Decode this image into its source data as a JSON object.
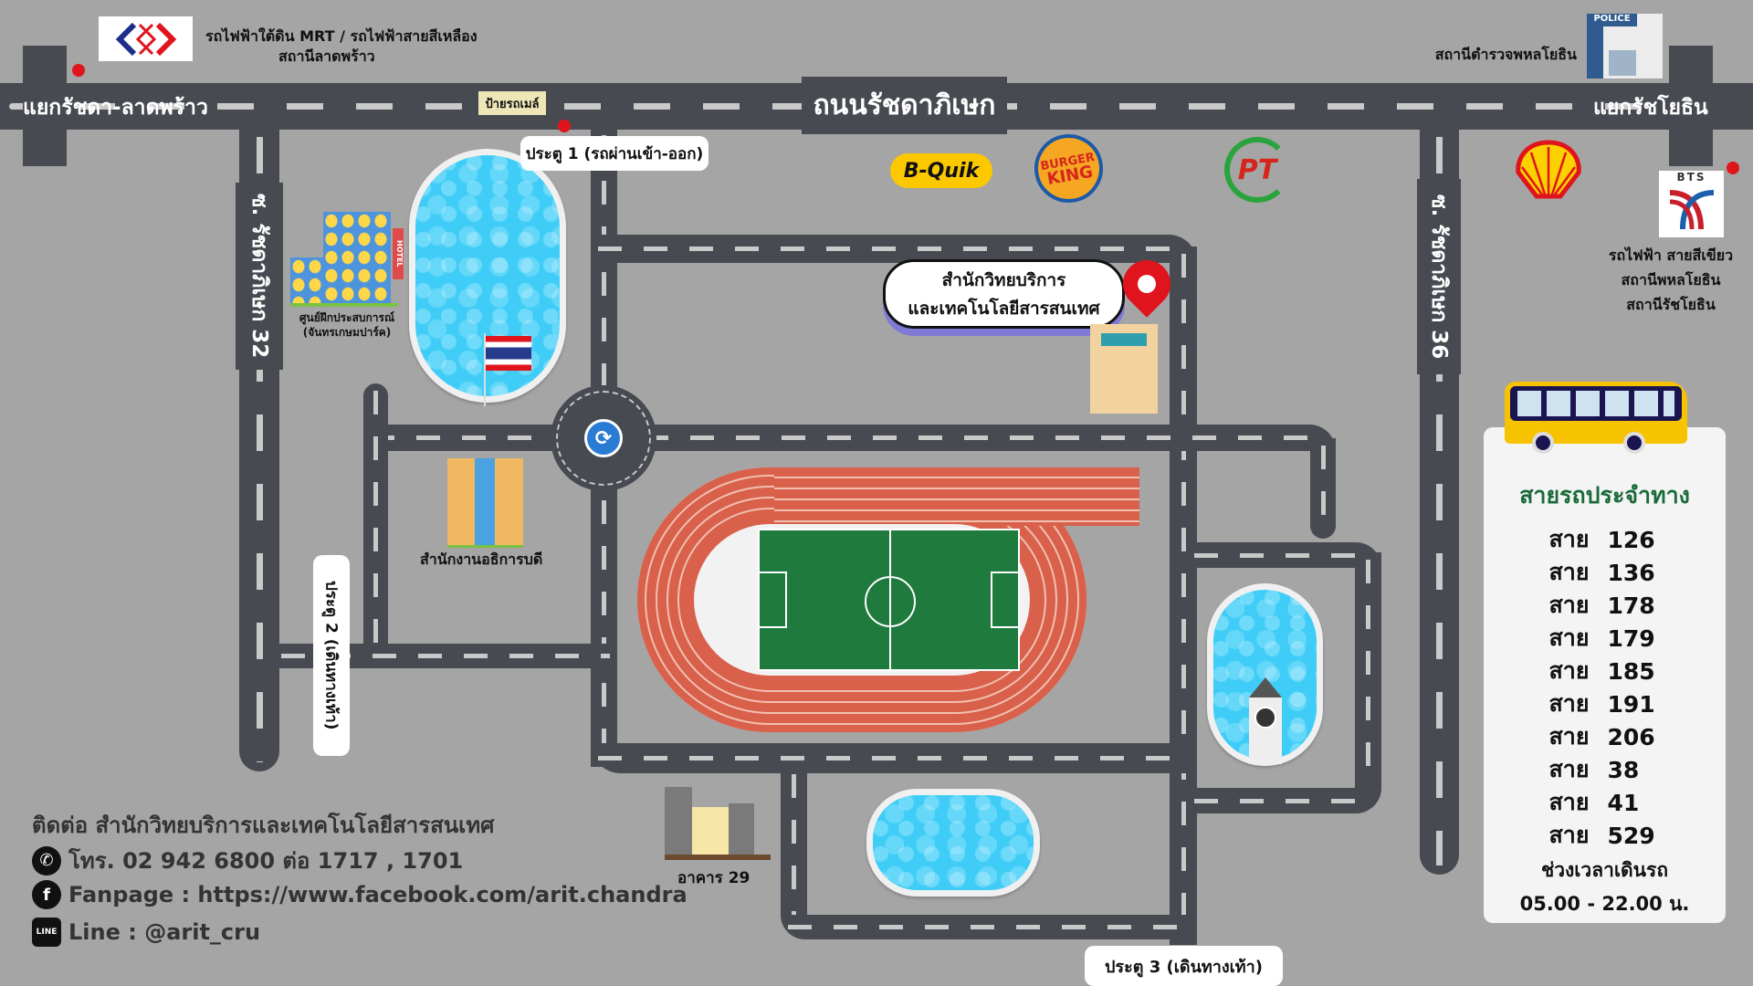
{
  "roads": {
    "main": "ถนนรัชดาภิเษก",
    "junction_left": "แยกรัชดา-ลาดพร้าว",
    "junction_right": "แยกรัชโยธิน",
    "soi_32": "ซ. รัชดาภิเษก 32",
    "soi_36": "ซ. รัชดาภิเษก 36"
  },
  "mrt": {
    "line1": "รถไฟฟ้าใต้ดิน MRT / รถไฟฟ้าสายสีเหลือง",
    "line2": "สถานีลาดพร้าว"
  },
  "police": {
    "badge": "POLICE",
    "label": "สถานีตำรวจพหลโยธิน"
  },
  "bts": {
    "logo": "BTS",
    "line1": "รถไฟฟ้า สายสีเขียว",
    "line2": "สถานีพหลโยธิน",
    "line3": "สถานีรัชโยธิน"
  },
  "bus_stop": "ป้ายรถเมล์",
  "gates": {
    "gate1": "ประตู 1 (รถผ่านเข้า-ออก)",
    "gate2": "ประตู 2 (เดินทางเท้า)",
    "gate3": "ประตู 3 (เดินทางเท้า)"
  },
  "brands": {
    "bquik": "B-Quik",
    "burger_king_1": "BURGER",
    "burger_king_2": "KING",
    "pt": "PT"
  },
  "buildings": {
    "hotel_sign": "HOTEL",
    "training_center_1": "ศูนย์ฝึกประสบการณ์",
    "training_center_2": "(จันทรเกษมปาร์ค)",
    "president_office": "สำนักงานอธิการบดี",
    "building_29": "อาคาร 29",
    "target_line1": "สำนักวิทยบริการ",
    "target_line2": "และเทคโนโลยีสารสนเทศ"
  },
  "bus_panel": {
    "title": "สายรถประจำทาง",
    "prefix": "สาย",
    "routes": [
      "126",
      "136",
      "178",
      "179",
      "185",
      "191",
      "206",
      "38",
      "41",
      "529"
    ],
    "hours_label": "ช่วงเวลาเดินรถ",
    "hours": "05.00 - 22.00 น."
  },
  "contact": {
    "title": "ติดต่อ สำนักวิทยบริการและเทคโนโลยีสารสนเทศ",
    "phone": "โทร. 02 942 6800 ต่อ 1717 , 1701",
    "facebook": "Fanpage : https://www.facebook.com/arit.chandra",
    "line": "Line : @arit_cru"
  },
  "colors": {
    "road": "#474a51",
    "background": "#a5a5a5",
    "track": "#d9604a",
    "field": "#1f7a3d",
    "pool": "#3fcdf7",
    "title_green": "#1a6b3a",
    "pin": "#e0141c"
  }
}
